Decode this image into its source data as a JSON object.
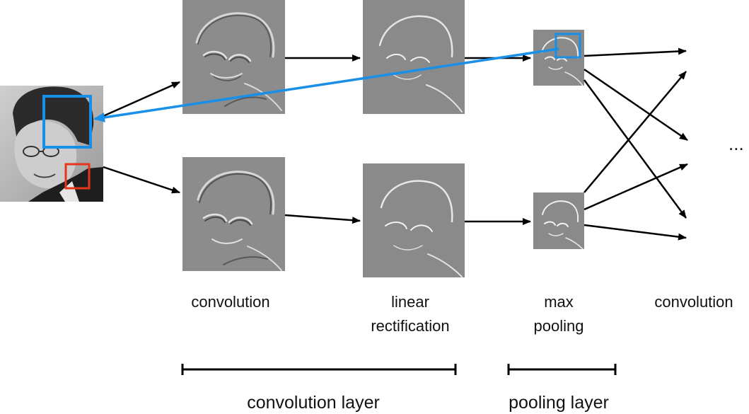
{
  "labels": {
    "conv1": "convolution",
    "relu_line1": "linear",
    "relu_line2": "rectification",
    "pool_line1": "max",
    "pool_line2": "pooling",
    "conv2": "convolution",
    "ellipsis": "..."
  },
  "layers": {
    "convolution_layer": "convolution layer",
    "pooling_layer": "pooling layer"
  },
  "colors": {
    "arrow": "#000000",
    "receptive_field_box": "#1a8fe8",
    "local_patch_box": "#e8351a",
    "feature_map": "#8a8a8a",
    "bracket": "#000000"
  },
  "images": {
    "input": "face-photo",
    "conv_maps": "edge-filter-response",
    "relu_maps": "rectified-response",
    "pool_maps": "max-pooled-response"
  }
}
